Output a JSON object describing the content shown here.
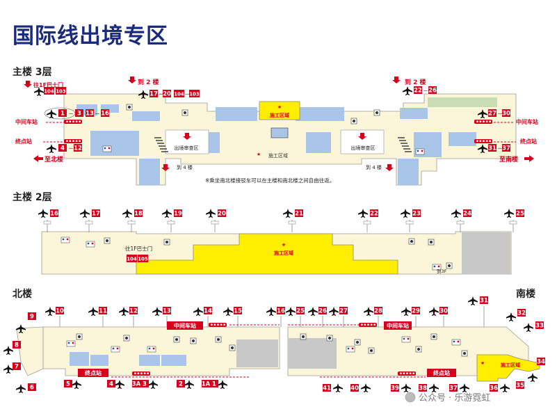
{
  "page": {
    "title": "国际线出境专区",
    "watermark": "公众号 · 乐游霓虹"
  },
  "floor3": {
    "label": "主楼 3层",
    "top_left_bus": "往1F巴士门",
    "top_left_bus_gates": [
      "104",
      "103"
    ],
    "to2f_center_label": "到 2 楼",
    "to2f_center_gates": [
      "17",
      "20",
      "104",
      "103"
    ],
    "to2f_right_label": "到 2 楼",
    "to2f_right_gates": [
      "22",
      "26"
    ],
    "left_gates_top": [
      "1",
      "3",
      "13",
      "16"
    ],
    "left_gates_bottom": [
      "4",
      "12"
    ],
    "right_gates_top": [
      "27",
      "30"
    ],
    "right_gates_bottom": [
      "31",
      "37"
    ],
    "middle_station_left": "中间车站",
    "end_station_left": "终点站",
    "middle_station_right": "中间车站",
    "end_station_right": "终点站",
    "to_north": "至北楼",
    "to_south": "至南楼",
    "passport_left": "出境审查区",
    "passport_right": "出境审查区",
    "construction_top": "施工区域",
    "construction_bottom": "施工区域",
    "to4f_left": "到 4 楼",
    "to4f_right": "到 4 楼",
    "note": "※乘坐南北楼接驳车可以在主楼和南北楼之间自由往返。"
  },
  "floor2": {
    "label": "主楼 2层",
    "gates": [
      "16",
      "17",
      "18",
      "19",
      "20",
      "21",
      "22",
      "23",
      "24",
      "25"
    ],
    "bus_label": "往1F巴士门",
    "bus_gates": [
      "104",
      "105"
    ],
    "construction": "施工区域",
    "to3f": "到3F"
  },
  "north_wing": {
    "label": "北楼",
    "gates_top": [
      "9",
      "10",
      "11",
      "12",
      "13",
      "14",
      "15",
      "16"
    ],
    "gates_left": [
      "8",
      "7",
      "6"
    ],
    "gates_bottom": [
      "5",
      "4",
      "3A",
      "3",
      "2",
      "1A",
      "1"
    ],
    "middle_station": "中间车站",
    "end_station": "终点站"
  },
  "south_wing": {
    "label": "南楼",
    "gates_top": [
      "25",
      "26",
      "27",
      "28",
      "29",
      "30",
      "31",
      "32",
      "33"
    ],
    "gates_right": [
      "34",
      "35"
    ],
    "gates_bottom": [
      "41",
      "40",
      "39",
      "38",
      "37",
      "36"
    ],
    "middle_station": "中间车站",
    "end_station": "终点站",
    "construction": "施工区域"
  },
  "colors": {
    "gate_red": "#d6001c",
    "construction_yellow": "#ffee00",
    "floor_cream": "#fbf6d9",
    "room_blue": "#a9c6e8",
    "gray_area": "#c8c8c8",
    "title_navy": "#1a2a7c"
  }
}
